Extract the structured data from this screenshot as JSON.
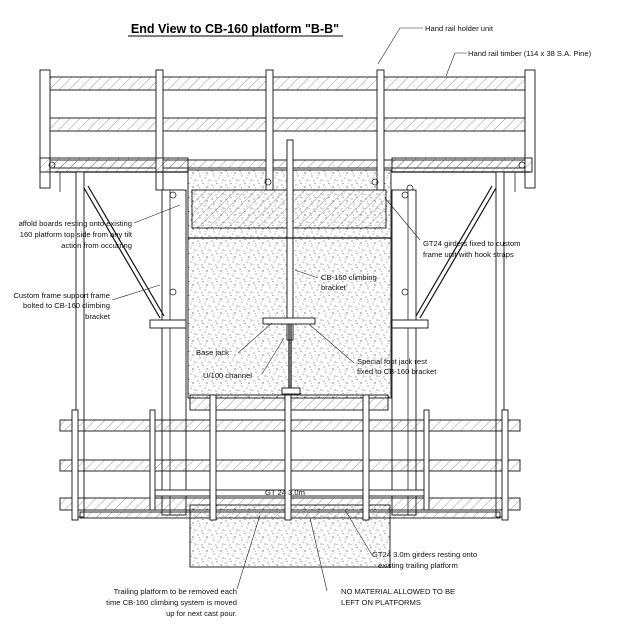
{
  "title": "End View to CB-160 platform \"B-B\"",
  "labels": {
    "hand_rail_holder": "Hand rail holder unit",
    "hand_rail_timber": "Hand rail timber (114 x 38 S.A. Pine)",
    "scaffold_boards_1": "affold boards resting onto existing",
    "scaffold_boards_2": "160 platform top side from any tilt",
    "scaffold_boards_3": "action from occurring",
    "gt24_custom_1": "GT24 girders fixed to custom",
    "gt24_custom_2": "frame unit with hook straps",
    "cb160_bracket_1": "CB-160 climbing",
    "cb160_bracket_2": "bracket",
    "custom_frame_1": "Custom frame support frame",
    "custom_frame_2": "bolted to CB-160 climbing",
    "custom_frame_3": "bracket",
    "base_jack": "Base jack",
    "u100_channel": "U/100 channel",
    "foot_jack_1": "Special foot jack rest",
    "foot_jack_2": "fixed to CB-160 bracket",
    "gt24_trailing_1": "GT24 3.0m girders resting onto",
    "gt24_trailing_2": "existing trailing platform",
    "trailing_platform_1": "Trailing platform to be removed each",
    "trailing_platform_2": "time CB-160 climbing system is moved",
    "trailing_platform_3": "up for next cast pour.",
    "no_material_1": "NO MATERIAL ALLOWED TO BE",
    "no_material_2": "LEFT ON PLATFORMS",
    "girder_tag": "GT 24 3.0m"
  }
}
